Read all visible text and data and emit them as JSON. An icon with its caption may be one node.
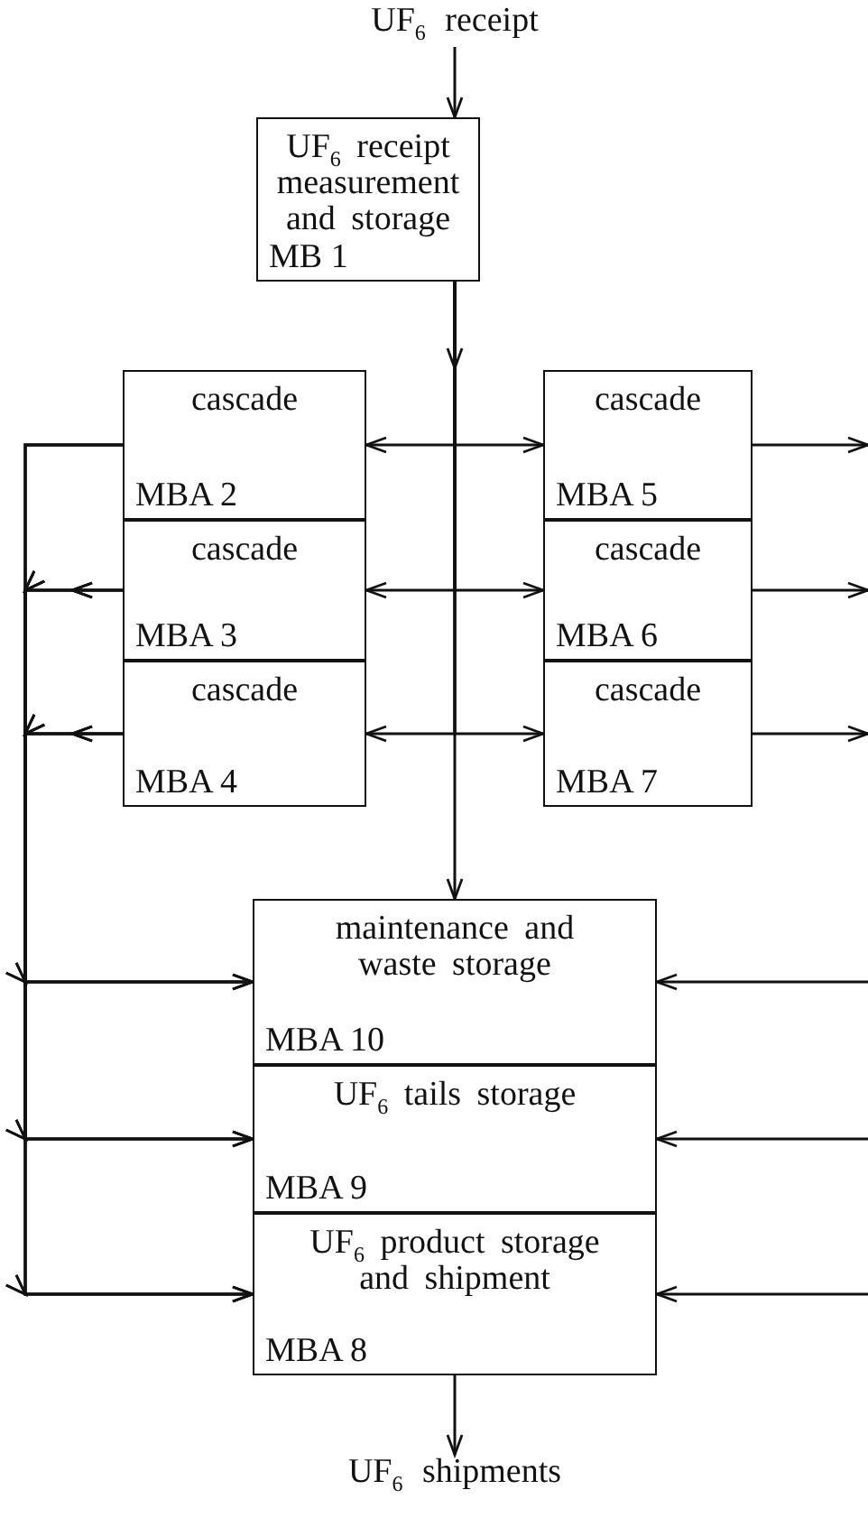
{
  "diagram": {
    "nodes": [
      {
        "text": [
          "UF$_{6}$ receipt"
        ]
      },
      {
        "text": [
          "UF$_{6}$ receipt measurement and storage",
          "MB 1"
        ]
      },
      {
        "text": [
          "cascade",
          "MBA 2"
        ]
      },
      {
        "text": [
          "cascade",
          "MBA 3"
        ]
      },
      {
        "text": [
          "cascade",
          "MBA 4"
        ]
      },
      {
        "text": [
          "cascade",
          "MBA 5"
        ]
      },
      {
        "text": [
          "cascade",
          "MBA 6"
        ]
      },
      {
        "text": [
          "cascade",
          "MBA 7"
        ]
      },
      {
        "text": [
          "maintenance and waste storage",
          "MBA 10"
        ]
      },
      {
        "text": [
          "UF$_{6}$ tails storage",
          "MBA 9"
        ]
      },
      {
        "text": [
          "UF$_{6}$ product storage and shipment",
          "MBA 8"
        ]
      },
      {
        "text": [
          "UF$_{6}$ shipments"
        ]
      }
    ],
    "edges": [
      {
        "from": 0,
        "to": 1,
        "arrow": "to"
      },
      {
        "from": 1,
        "to": 2,
        "arrow": "to"
      },
      {
        "from": 1,
        "to": 3,
        "arrow": "to"
      },
      {
        "from": 1,
        "to": 4,
        "arrow": "to"
      },
      {
        "from": 1,
        "to": 5,
        "arrow": "to"
      },
      {
        "from": 1,
        "to": 6,
        "arrow": "to"
      },
      {
        "from": 1,
        "to": 7,
        "arrow": "to"
      },
      {
        "from": 1,
        "to": 8,
        "arrow": "to"
      },
      {
        "from": 2,
        "to": 8,
        "arrow": "to"
      },
      {
        "from": 2,
        "to": 9,
        "arrow": "to"
      },
      {
        "from": 2,
        "to": 10,
        "arrow": "to"
      },
      {
        "from": 3,
        "to": 8,
        "arrow": "to"
      },
      {
        "from": 3,
        "to": 9,
        "arrow": "to"
      },
      {
        "from": 3,
        "to": 10,
        "arrow": "to"
      },
      {
        "from": 4,
        "to": 8,
        "arrow": "to"
      },
      {
        "from": 4,
        "to": 9,
        "arrow": "to"
      },
      {
        "from": 4,
        "to": 10,
        "arrow": "to"
      },
      {
        "from": 5,
        "to": null,
        "arrow": "to"
      },
      {
        "from": 6,
        "to": null,
        "arrow": "to"
      },
      {
        "from": 7,
        "to": null,
        "arrow": "to"
      },
      {
        "from": null,
        "to": 8,
        "arrow": "to"
      },
      {
        "from": null,
        "to": 9,
        "arrow": "to"
      },
      {
        "from": null,
        "to": 10,
        "arrow": "to"
      },
      {
        "from": 10,
        "to": 11,
        "arrow": "to"
      }
    ]
  }
}
